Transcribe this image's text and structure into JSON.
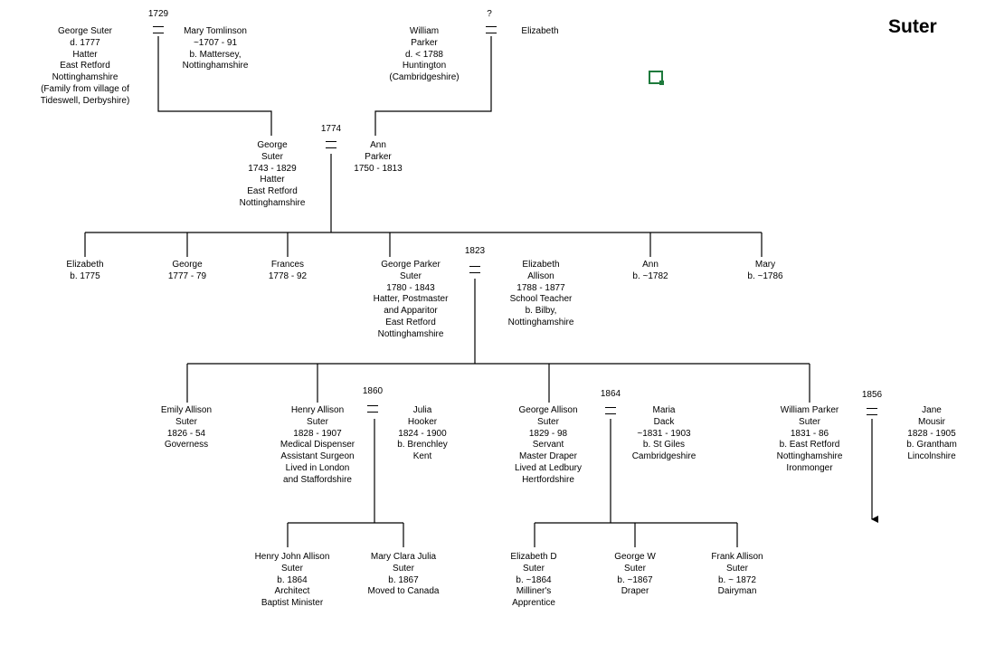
{
  "title": "Suter",
  "icons": {
    "marker": "green-square-marker-icon",
    "marker_color": "#1e7a3c"
  },
  "marriage_years": {
    "g1_suter_tomlinson": "1729",
    "g1_parker_elizabeth": "?",
    "g2_suter_parker": "1774",
    "g3_suter_allison": "1823",
    "g4_henry_julia": "1860",
    "g4_george_maria": "1864",
    "g4_william_jane": "1856"
  },
  "people": {
    "george_suter_sr": [
      "George Suter",
      "d. 1777",
      "Hatter",
      "East Retford",
      "Nottinghamshire",
      "(Family from village of",
      "Tideswell, Derbyshire)"
    ],
    "mary_tomlinson": [
      "Mary Tomlinson",
      "~1707 - 91",
      "b. Mattersey,",
      "Nottinghamshire"
    ],
    "william_parker_sr": [
      "William",
      "Parker",
      "d. < 1788",
      "Huntington",
      "(Cambridgeshire)"
    ],
    "elizabeth_wife": [
      "Elizabeth"
    ],
    "george_suter_1743": [
      "George",
      "Suter",
      "1743 - 1829",
      "Hatter",
      "East Retford",
      "Nottinghamshire"
    ],
    "ann_parker": [
      "Ann",
      "Parker",
      "1750 - 1813"
    ],
    "elizabeth_1775": [
      "Elizabeth",
      "b. 1775"
    ],
    "george_1777": [
      "George",
      "1777 - 79"
    ],
    "frances_1778": [
      "Frances",
      "1778 - 92"
    ],
    "george_parker_suter": [
      "George Parker",
      "Suter",
      "1780 - 1843",
      "Hatter, Postmaster",
      "and Apparitor",
      "East Retford",
      "Nottinghamshire"
    ],
    "elizabeth_allison": [
      "Elizabeth",
      "Allison",
      "1788 - 1877",
      "School Teacher",
      "b. Bilby,",
      "Nottinghamshire"
    ],
    "ann_1782": [
      "Ann",
      "b. ~1782"
    ],
    "mary_1786": [
      "Mary",
      "b. ~1786"
    ],
    "emily_allison_suter": [
      "Emily Allison",
      "Suter",
      "1826 - 54",
      "Governess"
    ],
    "henry_allison_suter": [
      "Henry Allison",
      "Suter",
      "1828 - 1907",
      "Medical Dispenser",
      "Assistant Surgeon",
      "Lived in London",
      "and Staffordshire"
    ],
    "julia_hooker": [
      "Julia",
      "Hooker",
      "1824 - 1900",
      "b. Brenchley",
      "Kent"
    ],
    "george_allison_suter": [
      "George Allison",
      "Suter",
      "1829 - 98",
      "Servant",
      "Master Draper",
      "Lived at Ledbury",
      "Hertfordshire"
    ],
    "maria_dack": [
      "Maria",
      "Dack",
      "~1831 - 1903",
      "b. St Giles",
      "Cambridgeshire"
    ],
    "william_parker_suter": [
      "William Parker",
      "Suter",
      "1831 - 86",
      "b. East Retford",
      "Nottinghamshire",
      "Ironmonger"
    ],
    "jane_mousir": [
      "Jane",
      "Mousir",
      "1828 - 1905",
      "b. Grantham",
      "Lincolnshire"
    ],
    "henry_john_allison_suter": [
      "Henry John Allison",
      "Suter",
      "b. 1864",
      "Architect",
      "Baptist Minister"
    ],
    "mary_clara_julia_suter": [
      "Mary Clara Julia",
      "Suter",
      "b. 1867",
      "Moved to Canada"
    ],
    "elizabeth_d_suter": [
      "Elizabeth D",
      "Suter",
      "b. ~1864",
      "Milliner's",
      "Apprentice"
    ],
    "george_w_suter": [
      "George W",
      "Suter",
      "b. ~1867",
      "Draper"
    ],
    "frank_allison_suter": [
      "Frank Allison",
      "Suter",
      "b. ~ 1872",
      "Dairyman"
    ]
  }
}
